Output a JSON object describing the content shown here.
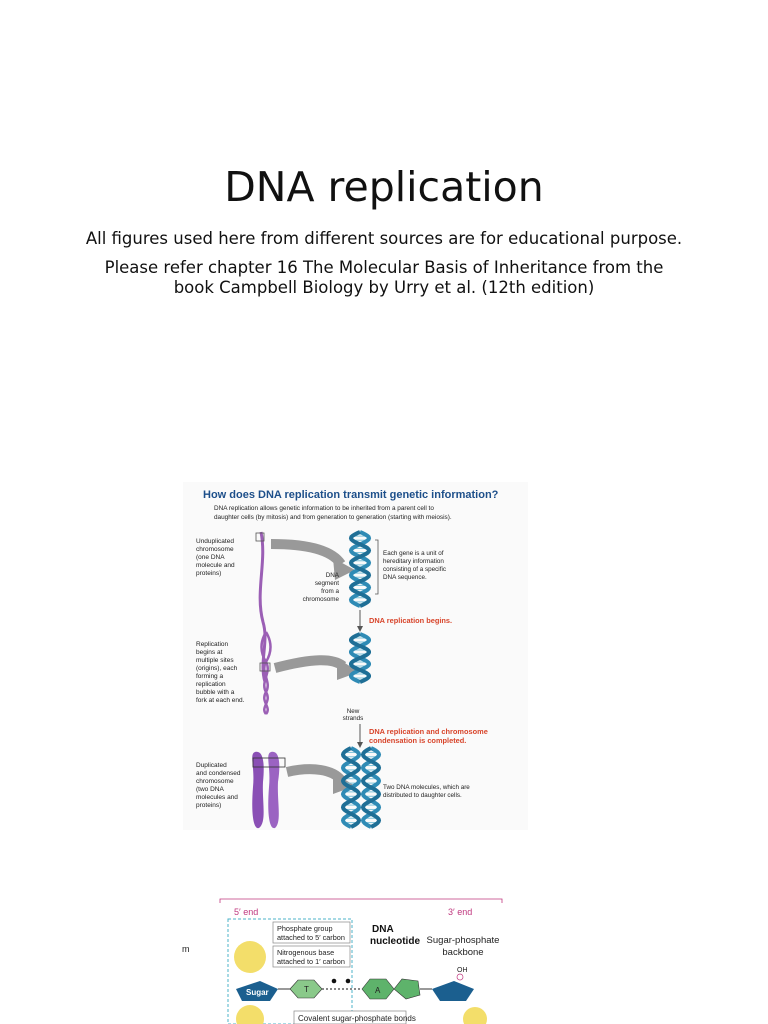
{
  "slide": {
    "title": "DNA replication",
    "line1": "All figures used here from different sources are for educational purpose.",
    "line2a": "Please refer chapter 16 The Molecular Basis of Inheritance from the",
    "line2b": "book Campbell Biology by Urry et al. (12th edition)"
  },
  "figure1": {
    "heading": "How does DNA replication transmit genetic information?",
    "intro1": "DNA replication allows genetic information to be inherited from a parent cell to",
    "intro2": "daughter cells (by mitosis) and from generation to generation (starting with meiosis).",
    "stage1_label": [
      "Unduplicated",
      "chromosome",
      "(one DNA",
      "molecule and",
      "proteins)"
    ],
    "segment_label": [
      "DNA",
      "segment",
      "from a",
      "chromosome"
    ],
    "gene_note": [
      "Each gene is a unit of",
      "hereditary information",
      "consisting of a specific",
      "DNA sequence."
    ],
    "step1": "DNA replication begins.",
    "stage2_label": [
      "Replication",
      "begins at",
      "multiple sites",
      "(origins), each",
      "forming a",
      "replication",
      "bubble with a",
      "fork at each end."
    ],
    "new_strands": [
      "New",
      "strands"
    ],
    "step2a": "DNA replication and chromosome",
    "step2b": "condensation is completed.",
    "stage3_label": [
      "Duplicated",
      "and condensed",
      "chromosome",
      "(two DNA",
      "molecules and",
      "proteins)"
    ],
    "two_dna_note": [
      "Two DNA molecules, which are",
      "distributed to daughter cells."
    ]
  },
  "figure2": {
    "five_end": "5′ end",
    "three_end": "3′ end",
    "phosphate_label": [
      "Phosphate group",
      "attached to 5′ carbon"
    ],
    "base_label": [
      "Nitrogenous base",
      "attached to 1′ carbon"
    ],
    "nucleotide_label": [
      "DNA",
      "nucleotide"
    ],
    "backbone_label": [
      "Sugar-phosphate",
      "backbone"
    ],
    "sugar": "Sugar",
    "base_t": "T",
    "base_a": "A",
    "oh": "OH",
    "covalent": "Covalent sugar-phosphate bonds",
    "margin_text": "m"
  }
}
